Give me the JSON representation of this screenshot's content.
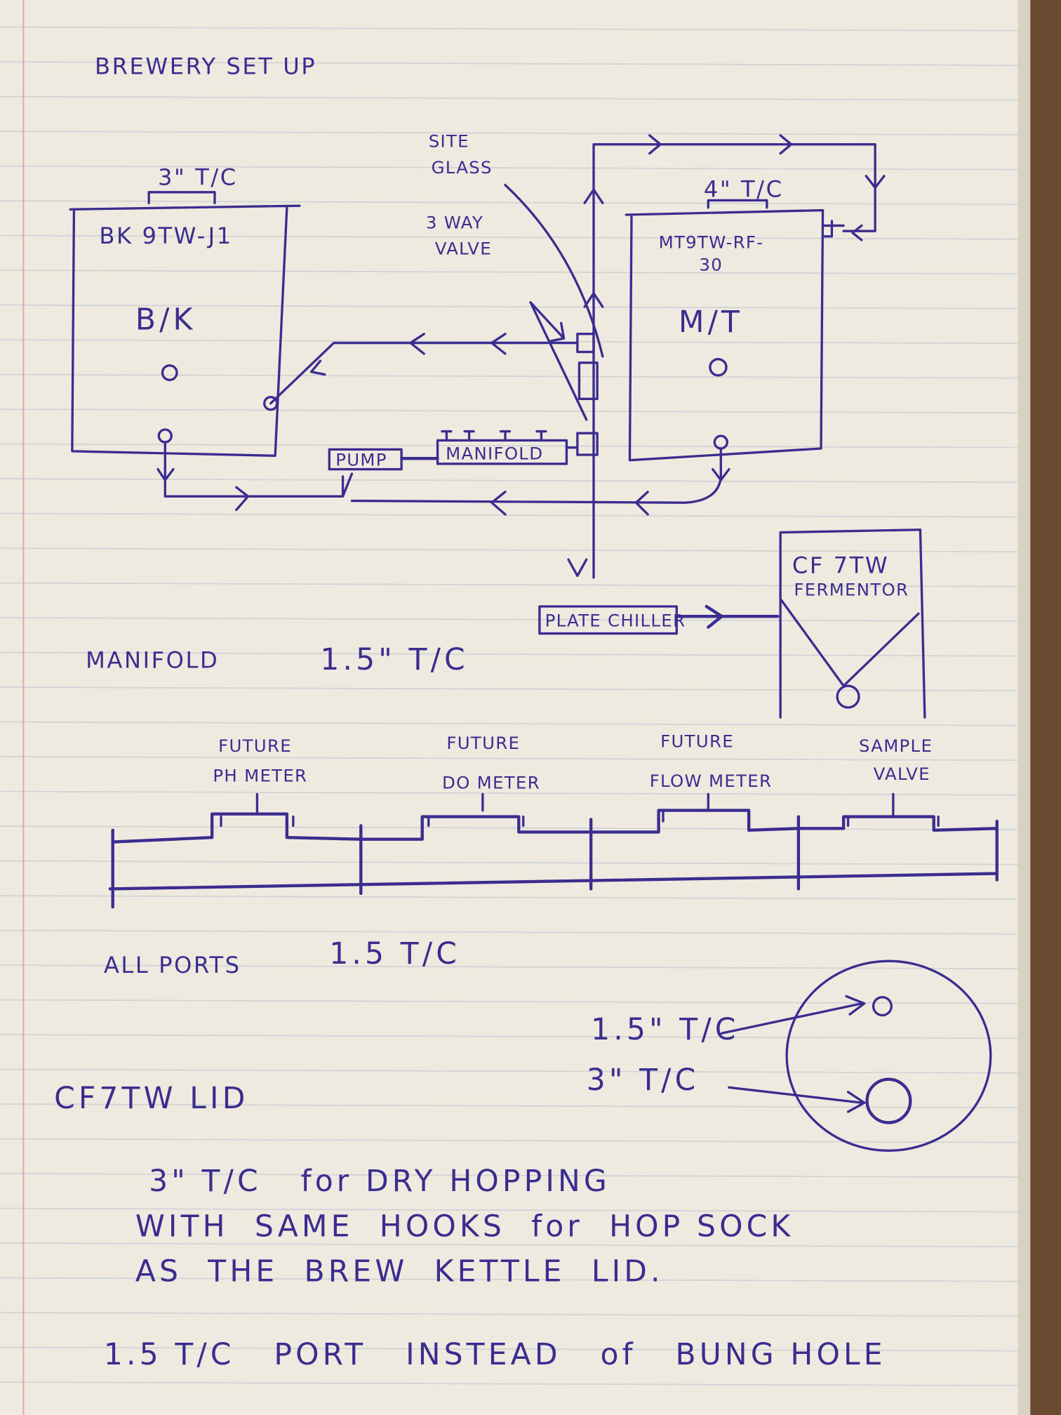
{
  "title": "BREWERY SET UP",
  "diagram": {
    "sight_glass_label": [
      "SITE",
      "GLASS"
    ],
    "valve_label": [
      "3 WAY",
      "VALVE"
    ],
    "bk_port": "3\" T/C",
    "mt_port": "4\" T/C",
    "bk_model": "BK 9TW-J1",
    "bk_short": "B/K",
    "mt_model": "MT9TW-RF-",
    "mt_model_2": "30",
    "mt_short": "M/T",
    "pump": "PUMP",
    "manifold": "MANIFOLD",
    "plate_chiller": "PLATE CHILLER",
    "fermentor_model": "CF 7TW",
    "fermentor": "FERMENTOR"
  },
  "manifold_section": {
    "label": "MANIFOLD",
    "size": "1.5\" T/C",
    "ports": [
      {
        "line1": "FUTURE",
        "line2": "PH METER"
      },
      {
        "line1": "FUTURE",
        "line2": "DO METER"
      },
      {
        "line1": "FUTURE",
        "line2": "FLOW METER"
      },
      {
        "line1": "SAMPLE",
        "line2": "VALVE"
      }
    ],
    "all_ports_label": "ALL PORTS",
    "all_ports_size": "1.5 T/C"
  },
  "lid_section": {
    "label": "CF7TW LID",
    "small_port": "1.5\" T/C",
    "large_port": "3\" T/C"
  },
  "notes": [
    "3\" T/C   for DRY HOPPING",
    "WITH  SAME  HOOKS  for  HOP SOCK",
    "AS  THE  BREW  KETTLE  LID.",
    "1.5 T/C   PORT   INSTEAD   of   BUNG HOLE"
  ],
  "colors": {
    "ink": "#3b2d8f",
    "paper": "#efeae0",
    "margin": "#e8a0a8"
  }
}
